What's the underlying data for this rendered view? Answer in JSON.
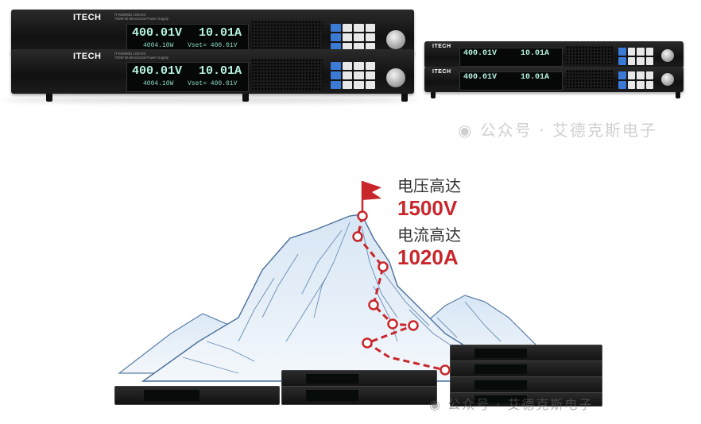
{
  "brand": "ITECH",
  "model_line1": "IT-M3900D 100A0X",
  "model_line2": "750W Bi-directional Power Supply",
  "top_display": {
    "voltage": "400.01V",
    "current": "10.01A",
    "power": "4004.10W",
    "vset": "Vset= 400.01V"
  },
  "caption": {
    "voltage_label": "电压高达",
    "voltage_value": "1500V",
    "current_label": "电流高达",
    "current_value": "1020A"
  },
  "watermark_top": "公众号 · 艾德克斯电子",
  "watermark_bottom": "公众号 · 艾德克斯电子",
  "colors": {
    "accent_red": "#c8262b",
    "display_teal": "#b6f3e0",
    "mountain_line": "#5b7fa8"
  },
  "icons": [
    "flag-icon",
    "wechat-icon"
  ]
}
